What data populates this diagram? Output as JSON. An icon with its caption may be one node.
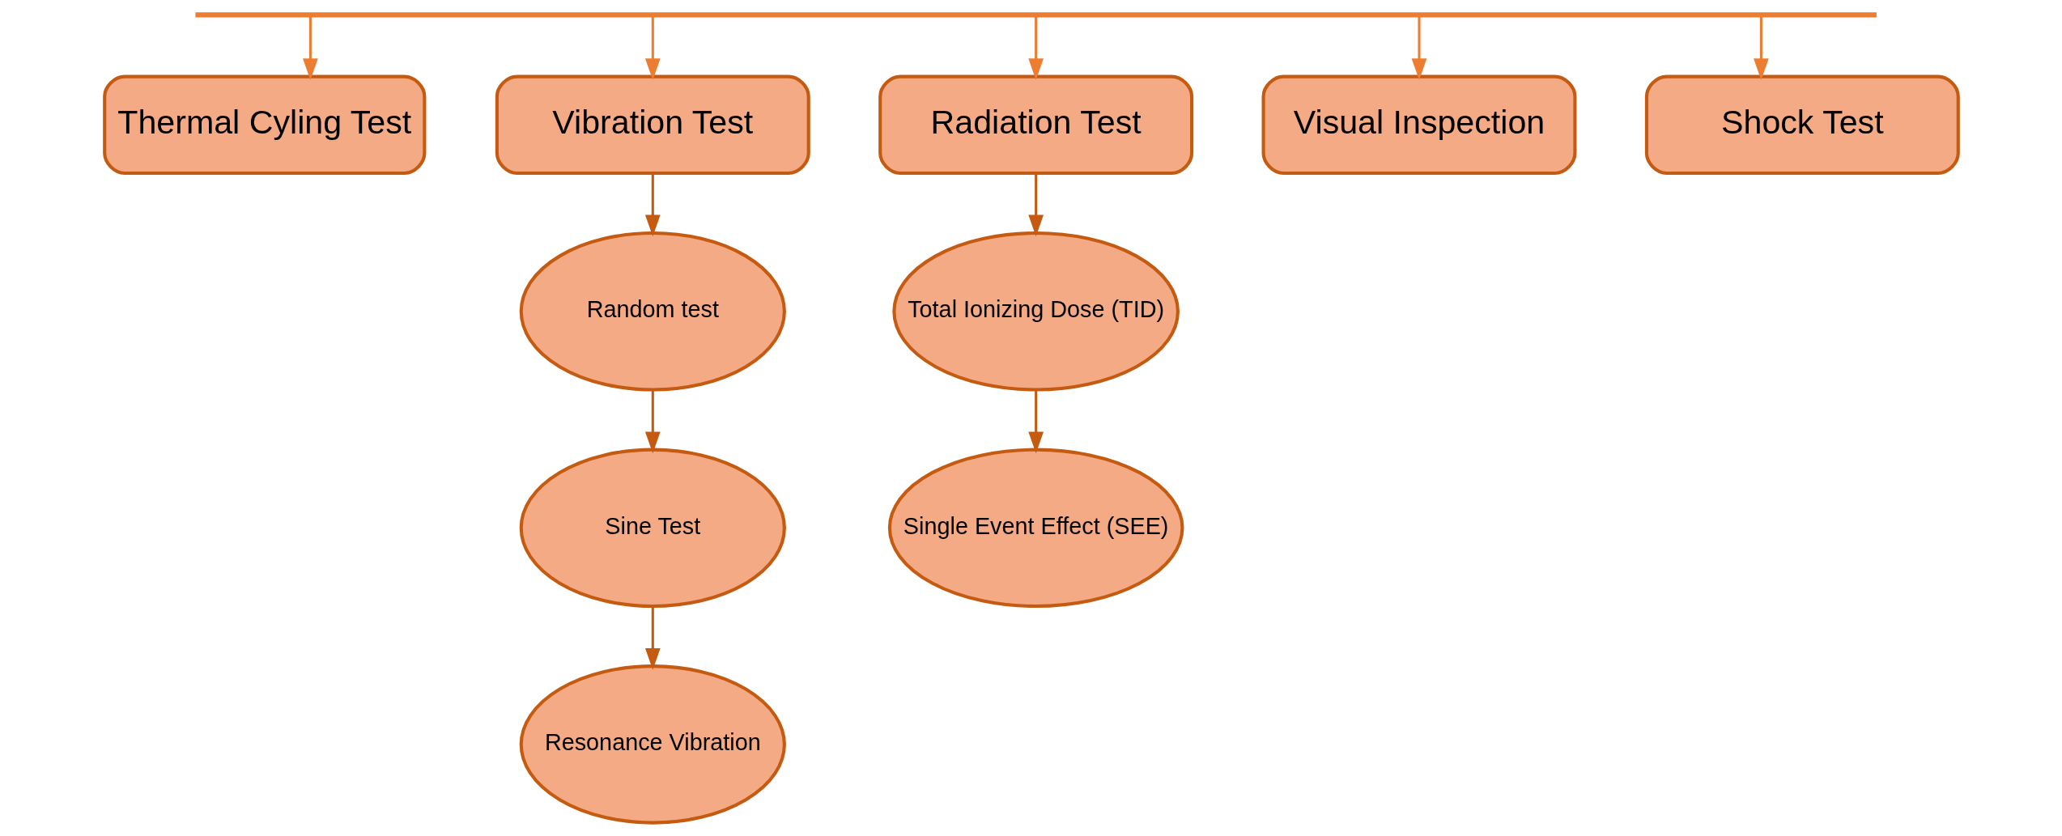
{
  "diagram": {
    "nodes": [
      {
        "text": [],
        "shape": "bar"
      },
      {
        "text": [
          "Thermal Cyling Test"
        ]
      },
      {
        "text": [
          "Vibration Test"
        ]
      },
      {
        "text": [
          "Radiation Test"
        ]
      },
      {
        "text": [
          "Visual Inspection"
        ]
      },
      {
        "text": [
          "Shock Test"
        ]
      },
      {
        "text": [
          "Random test"
        ]
      },
      {
        "text": [
          "Sine Test"
        ]
      },
      {
        "text": [
          "Resonance Vibration"
        ]
      },
      {
        "text": [
          "Total Ionizing Dose (TID)"
        ]
      },
      {
        "text": [
          "Single Event Effect (SEE)"
        ]
      }
    ],
    "edges": [
      {
        "from": 0,
        "to": 1,
        "arrow": "to",
        "color": "#ed7d31"
      },
      {
        "from": 0,
        "to": 2,
        "arrow": "to",
        "color": "#ed7d31"
      },
      {
        "from": 0,
        "to": 3,
        "arrow": "to",
        "color": "#ed7d31"
      },
      {
        "from": 0,
        "to": 4,
        "arrow": "to",
        "color": "#ed7d31"
      },
      {
        "from": 0,
        "to": 5,
        "arrow": "to",
        "color": "#ed7d31"
      },
      {
        "from": 2,
        "to": 6,
        "arrow": "to"
      },
      {
        "from": 6,
        "to": 7,
        "arrow": "to"
      },
      {
        "from": 7,
        "to": 8,
        "arrow": "to"
      },
      {
        "from": 3,
        "to": 9,
        "arrow": "to"
      },
      {
        "from": 9,
        "to": 10,
        "arrow": "to"
      }
    ]
  }
}
